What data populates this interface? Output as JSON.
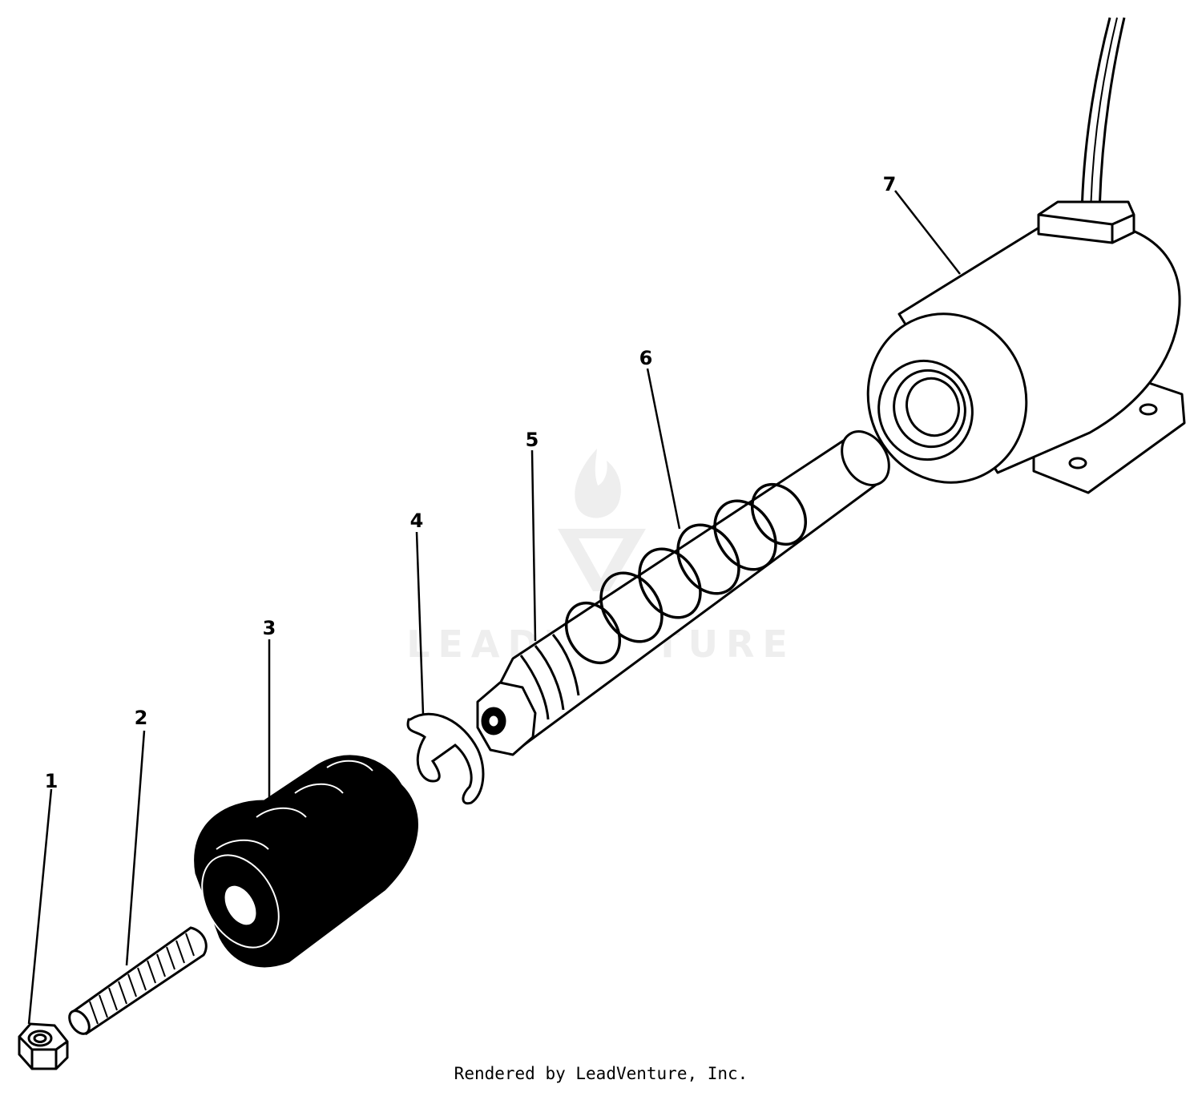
{
  "diagram": {
    "callouts": [
      {
        "id": "1",
        "label": "1"
      },
      {
        "id": "2",
        "label": "2"
      },
      {
        "id": "3",
        "label": "3"
      },
      {
        "id": "4",
        "label": "4"
      },
      {
        "id": "5",
        "label": "5"
      },
      {
        "id": "6",
        "label": "6"
      },
      {
        "id": "7",
        "label": "7"
      }
    ],
    "watermark": "LEADVENTURE",
    "footer": "Rendered by LeadVenture, Inc.",
    "colors": {
      "ink": "#000000",
      "background": "#ffffff",
      "watermark": "#eeeeee"
    }
  }
}
